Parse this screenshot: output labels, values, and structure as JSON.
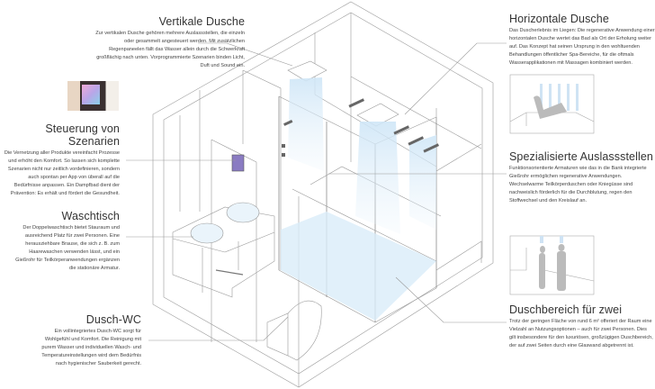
{
  "sections": {
    "vertikale": {
      "title": "Vertikale Dusche",
      "body": "Zur vertikalen Dusche gehören mehrere Auslassstellen, die einzeln oder gesammelt angesteuert werden. Mit zusätzlichen Regenpaneelen fällt das Wasser allein durch die Schwerkraft großflächig nach unten. Vorprogrammierte Szenarien binden Licht, Duft und Sound ein."
    },
    "steuerung": {
      "title": "Steuerung von Szenarien",
      "body": "Die Vernetzung aller Produkte vereinfacht Prozesse und erhöht den Komfort. So lassen sich komplette Szenarien nicht nur zeitlich vordefinieren, sondern auch spontan per App von überall auf die Bedürfnisse anpassen. Ein Dampfbad dient der Prävention: Es erhält und fördert die Gesundheit."
    },
    "waschtisch": {
      "title": "Waschtisch",
      "body": "Der Doppelwaschtisch bietet Stauraum und ausreichend Platz für zwei Personen. Eine herausziehbare Brause, die sich z. B. zum Haarewaschen verwenden lässt, und ein Gießrohr für Teilkörperanwendungen ergänzen die stationäre Armatur."
    },
    "duschwc": {
      "title": "Dusch-WC",
      "body": "Ein vollintegriertes Dusch-WC sorgt für Wohlgefühl und Komfort. Die Reinigung mit purem Wasser und individuellen Wasch- und Temperatureinstellungen wird dem Bedürfnis nach hygienischer Sauberkeit gerecht."
    },
    "horizontale": {
      "title": "Horizontale Dusche",
      "body": "Das Duscherlebnis im Liegen: Die regenerative Anwendung einer horizontalen Dusche wertet das Bad als Ort der Erholung weiter auf. Das Konzept hat seinen Ursprung in den wohltuenden Behandlungen öffentlicher Spa-Bereiche, für die oftmals Wasserapplikationen mit Massagen kombiniert werden."
    },
    "spezial": {
      "title": "Spezialisierte Auslassstellen",
      "body": "Funktionsorientierte Armaturen wie das in die Bank integrierte Gießrohr ermöglichen regenerative Anwendungen. Wechselwarme Teilkörperduschen oder Kniegüsse sind nachweislich förderlich für die Durchblutung, regen den Stoffwechsel und den Kreislauf an."
    },
    "duschbereich": {
      "title": "Duschbereich für zwei",
      "body": "Trotz der geringen Fläche von rund 6 m² offeriert der Raum eine Vielzahl an Nutzungsoptionen – auch für zwei Personen. Dies gilt insbesondere für den luxuriösen, großzügigen Duschbereich, der auf zwei Seiten durch eine Glaswand abgetrennt ist."
    }
  },
  "colors": {
    "line": "#9a9a9a",
    "water": "#cfe6f7",
    "text": "#333333"
  }
}
